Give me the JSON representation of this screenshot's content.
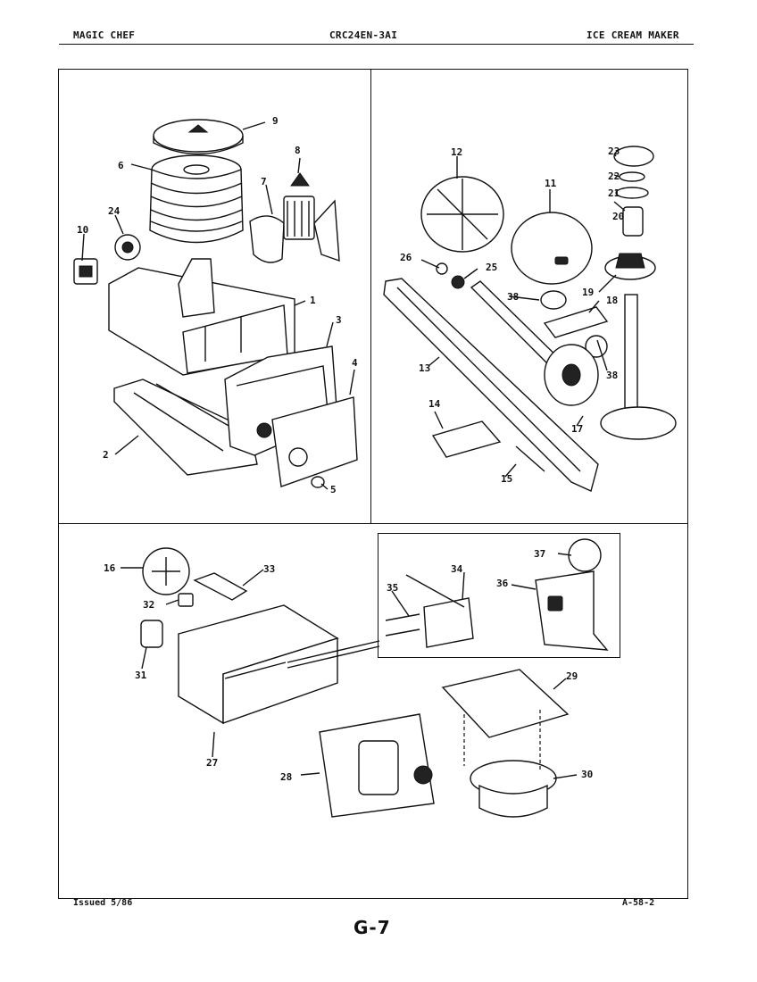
{
  "header": {
    "brand": "MAGIC CHEF",
    "model": "CRC24EN-3AI",
    "section": "ICE CREAM MAKER"
  },
  "footer": {
    "issued": "Issued 5/86",
    "code": "A-58-2",
    "page": "G-7"
  },
  "callouts": {
    "c1": "1",
    "c2": "2",
    "c3": "3",
    "c4": "4",
    "c5": "5",
    "c6": "6",
    "c7": "7",
    "c8": "8",
    "c9": "9",
    "c10": "10",
    "c11": "11",
    "c12": "12",
    "c13": "13",
    "c14": "14",
    "c15": "15",
    "c16": "16",
    "c17": "17",
    "c18": "18",
    "c19": "19",
    "c20": "20",
    "c21": "21",
    "c22": "22",
    "c23": "23",
    "c24": "24",
    "c25": "25",
    "c26": "26",
    "c27": "27",
    "c28": "28",
    "c29": "29",
    "c30": "30",
    "c31": "31",
    "c32": "32",
    "c33": "33",
    "c34": "34",
    "c35": "35",
    "c36": "36",
    "c37": "37",
    "c38a": "38",
    "c38b": "38"
  }
}
